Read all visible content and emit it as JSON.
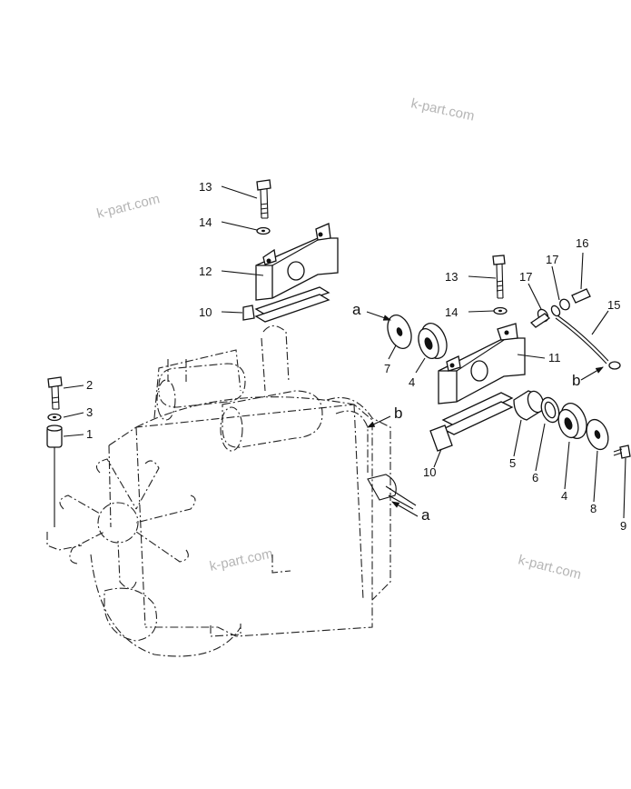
{
  "diagram": {
    "watermark": "k-part.com",
    "callouts": [
      {
        "id": "c13a",
        "text": "13"
      },
      {
        "id": "c14a",
        "text": "14"
      },
      {
        "id": "c12",
        "text": "12"
      },
      {
        "id": "c10a",
        "text": "10"
      },
      {
        "id": "c2",
        "text": "2"
      },
      {
        "id": "c3",
        "text": "3"
      },
      {
        "id": "c1",
        "text": "1"
      },
      {
        "id": "c13b",
        "text": "13"
      },
      {
        "id": "c14b",
        "text": "14"
      },
      {
        "id": "c17a",
        "text": "17"
      },
      {
        "id": "c17b",
        "text": "17"
      },
      {
        "id": "c16",
        "text": "16"
      },
      {
        "id": "c15",
        "text": "15"
      },
      {
        "id": "c11",
        "text": "11"
      },
      {
        "id": "c7",
        "text": "7"
      },
      {
        "id": "c4a",
        "text": "4"
      },
      {
        "id": "c10b",
        "text": "10"
      },
      {
        "id": "c5",
        "text": "5"
      },
      {
        "id": "c6",
        "text": "6"
      },
      {
        "id": "c4b",
        "text": "4"
      },
      {
        "id": "c8",
        "text": "8"
      },
      {
        "id": "c9",
        "text": "9"
      }
    ],
    "reference_letters": {
      "a1": "a",
      "a2": "a",
      "b1": "b",
      "b2": "b"
    }
  }
}
